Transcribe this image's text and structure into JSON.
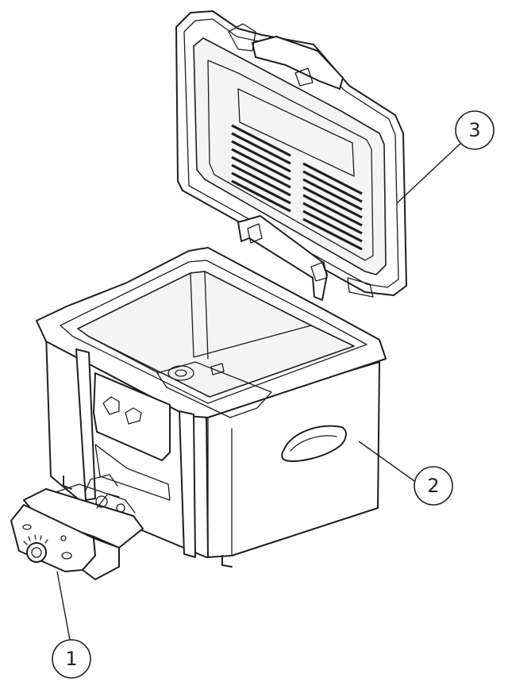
{
  "figure": {
    "callouts": [
      {
        "id": "1",
        "label": "1"
      },
      {
        "id": "2",
        "label": "2"
      },
      {
        "id": "3",
        "label": "3"
      }
    ],
    "colors": {
      "ink": "#1e1e1e",
      "paper": "#ffffff"
    }
  }
}
